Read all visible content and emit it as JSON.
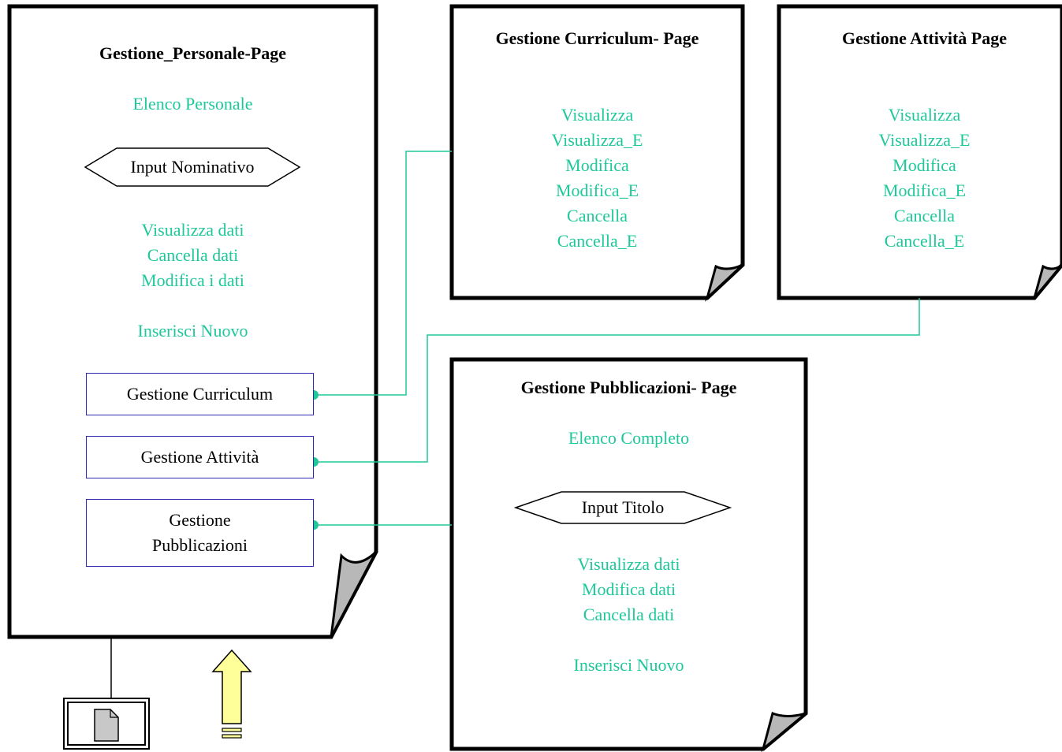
{
  "colors": {
    "link": "#1fc89a",
    "box_border": "#2a2ab8",
    "page_border": "#000000",
    "fold_fill": "#b8b8b8",
    "arrow_fill": "#ffff99"
  },
  "personale_page": {
    "title": "Gestione_Personale-Page",
    "elenco": "Elenco Personale",
    "input_label": "Input Nominativo",
    "actions": [
      "Visualizza dati",
      "Cancella dati",
      "Modifica i dati"
    ],
    "inserisci": "Inserisci Nuovo",
    "nav": {
      "curriculum": "Gestione Curriculum",
      "attivita": "Gestione Attività",
      "pubblicazioni_line1": "Gestione",
      "pubblicazioni_line2": "Pubblicazioni"
    }
  },
  "curriculum_page": {
    "title": "Gestione Curriculum- Page",
    "items": [
      "Visualizza",
      "Visualizza_E",
      "Modifica",
      "Modifica_E",
      "Cancella",
      "Cancella_E"
    ]
  },
  "attivita_page": {
    "title": "Gestione Attività Page",
    "items": [
      "Visualizza",
      "Visualizza_E",
      "Modifica",
      "Modifica_E",
      "Cancella",
      "Cancella_E"
    ]
  },
  "pubblicazioni_page": {
    "title": "Gestione Pubblicazioni- Page",
    "elenco": "Elenco Completo",
    "input_label": "Input Titolo",
    "actions": [
      "Visualizza dati",
      "Modifica dati",
      "Cancella dati"
    ],
    "inserisci": "Inserisci Nuovo"
  },
  "icons": {
    "document": "document-icon",
    "up_arrow": "up-arrow-icon"
  }
}
